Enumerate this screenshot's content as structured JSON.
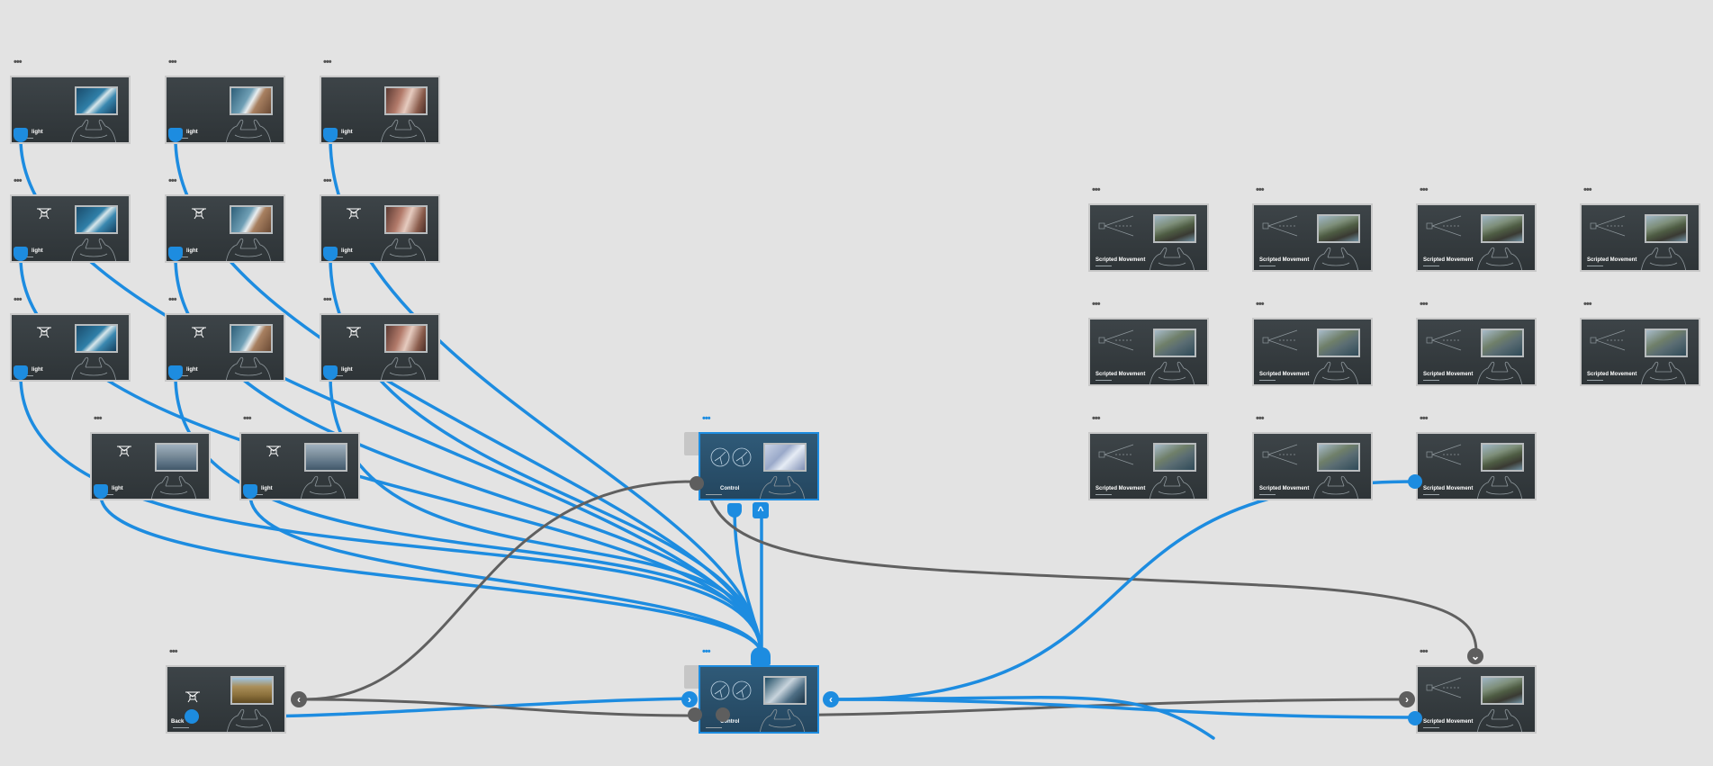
{
  "colors": {
    "canvas": "#e3e3e3",
    "wire_blue": "#1d8ce0",
    "wire_gray": "#606060",
    "card_dark": "#33393c",
    "accent": "#1d8ce0"
  },
  "menu_label": "•••",
  "cards": [
    {
      "id": "n1",
      "label": "light",
      "thumb": "ocean",
      "icon": "hands-icon"
    },
    {
      "id": "n2",
      "label": "light",
      "thumb": "coast",
      "icon": "hands-icon"
    },
    {
      "id": "n3",
      "label": "light",
      "thumb": "rose",
      "icon": "hands-icon"
    },
    {
      "id": "n4",
      "label": "light",
      "thumb": "ocean",
      "icon": "drone-icon"
    },
    {
      "id": "n5",
      "label": "light",
      "thumb": "coast",
      "icon": "drone-icon"
    },
    {
      "id": "n6",
      "label": "light",
      "thumb": "rose",
      "icon": "drone-icon"
    },
    {
      "id": "n7",
      "label": "light",
      "thumb": "ocean",
      "icon": "drone-icon"
    },
    {
      "id": "n8",
      "label": "light",
      "thumb": "coast",
      "icon": "drone-icon"
    },
    {
      "id": "n9",
      "label": "light",
      "thumb": "rose",
      "icon": "drone-icon"
    },
    {
      "id": "n10",
      "label": "light",
      "thumb": "lake",
      "icon": "drone-icon"
    },
    {
      "id": "n11",
      "label": "light",
      "thumb": "lake",
      "icon": "drone-icon"
    },
    {
      "id": "n12",
      "label": "Control",
      "thumb": "pale",
      "icon": "propeller-icon",
      "selected": true
    },
    {
      "id": "n13",
      "label": "Back",
      "thumb": "field",
      "icon": "drone-icon"
    },
    {
      "id": "n14",
      "label": "Control",
      "thumb": "dark",
      "icon": "propeller-icon",
      "selected": true
    },
    {
      "id": "s1",
      "label": "Scripted Movement",
      "thumb": "cliff",
      "icon": "camera-sketch-icon"
    },
    {
      "id": "s2",
      "label": "Scripted Movement",
      "thumb": "cliff",
      "icon": "camera-sketch-icon"
    },
    {
      "id": "s3",
      "label": "Scripted Movement",
      "thumb": "cliff",
      "icon": "camera-sketch-icon"
    },
    {
      "id": "s4",
      "label": "Scripted Movement",
      "thumb": "cliff",
      "icon": "camera-sketch-icon"
    },
    {
      "id": "s5",
      "label": "Scripted Movement",
      "thumb": "road",
      "icon": "camera-sketch-icon"
    },
    {
      "id": "s6",
      "label": "Scripted Movement",
      "thumb": "road",
      "icon": "camera-sketch-icon"
    },
    {
      "id": "s7",
      "label": "Scripted Movement",
      "thumb": "road",
      "icon": "camera-sketch-icon"
    },
    {
      "id": "s8",
      "label": "Scripted Movement",
      "thumb": "road",
      "icon": "camera-sketch-icon"
    },
    {
      "id": "s9",
      "label": "Scripted Movement",
      "thumb": "road",
      "icon": "camera-sketch-icon"
    },
    {
      "id": "s10",
      "label": "Scripted Movement",
      "thumb": "road",
      "icon": "camera-sketch-icon"
    },
    {
      "id": "s11",
      "label": "Scripted Movement",
      "thumb": "cliff",
      "icon": "camera-sketch-icon"
    },
    {
      "id": "s12",
      "label": "Scripted Movement",
      "thumb": "cliff",
      "icon": "camera-sketch-icon"
    }
  ],
  "connections": [
    {
      "from": "n1",
      "to": "n14",
      "color": "blue"
    },
    {
      "from": "n2",
      "to": "n14",
      "color": "blue"
    },
    {
      "from": "n3",
      "to": "n14",
      "color": "blue"
    },
    {
      "from": "n4",
      "to": "n14",
      "color": "blue"
    },
    {
      "from": "n5",
      "to": "n14",
      "color": "blue"
    },
    {
      "from": "n6",
      "to": "n14",
      "color": "blue"
    },
    {
      "from": "n7",
      "to": "n14",
      "color": "blue"
    },
    {
      "from": "n8",
      "to": "n14",
      "color": "blue"
    },
    {
      "from": "n9",
      "to": "n14",
      "color": "blue"
    },
    {
      "from": "n10",
      "to": "n14",
      "color": "blue"
    },
    {
      "from": "n11",
      "to": "n14",
      "color": "blue"
    },
    {
      "from": "n12",
      "to": "n14",
      "color": "blue"
    },
    {
      "from": "n11",
      "to": "n14",
      "color": "blue"
    },
    {
      "from": "n13",
      "to": "n14",
      "color": "blue"
    },
    {
      "from": "n13",
      "to": "n14",
      "color": "gray"
    },
    {
      "from": "n13",
      "to": "n12",
      "color": "gray"
    },
    {
      "from": "n12",
      "to": "s12",
      "color": "gray"
    },
    {
      "from": "n14",
      "to": "s12",
      "color": "gray"
    },
    {
      "from": "n14",
      "to": "s12",
      "color": "blue"
    },
    {
      "from": "n14",
      "to": "s11",
      "color": "blue"
    }
  ],
  "controls": {
    "left_arrow": "‹",
    "right_arrow": "›",
    "up_arrow": "^",
    "down_arrow": "⌄"
  }
}
